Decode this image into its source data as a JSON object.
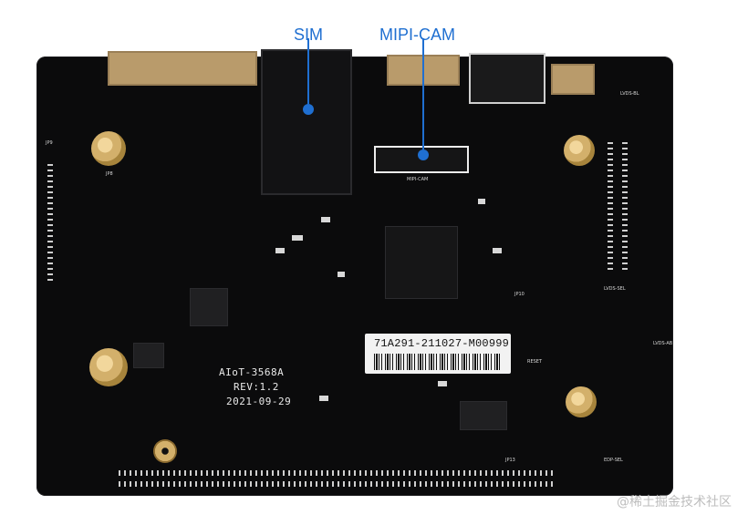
{
  "annotations": {
    "sim": "SIM",
    "mipi_cam": "MIPI-CAM"
  },
  "board": {
    "name_line1": "AIoT-3568A",
    "name_line2": "REV:1.2",
    "date": "2021-09-29",
    "mipi_silk": "MIPI-CAM",
    "reset_silk": "RESET",
    "label": "71A291-211027-M00999"
  },
  "silkscreen_small": {
    "jp9": "JP9",
    "jp8": "JP8",
    "jp10": "JP10",
    "jp13": "JP13",
    "lvds_sel": "LVDS-SEL",
    "edp_sel": "EDP-SEL",
    "lvds_ab": "LVDS-AB",
    "lvds_bl": "LVDS-BL"
  },
  "watermark": "@稀土掘金技术社区",
  "colors": {
    "annotation": "#1f6fd1",
    "board": "#0b0b0c",
    "sticker": "#f2f2f2"
  }
}
